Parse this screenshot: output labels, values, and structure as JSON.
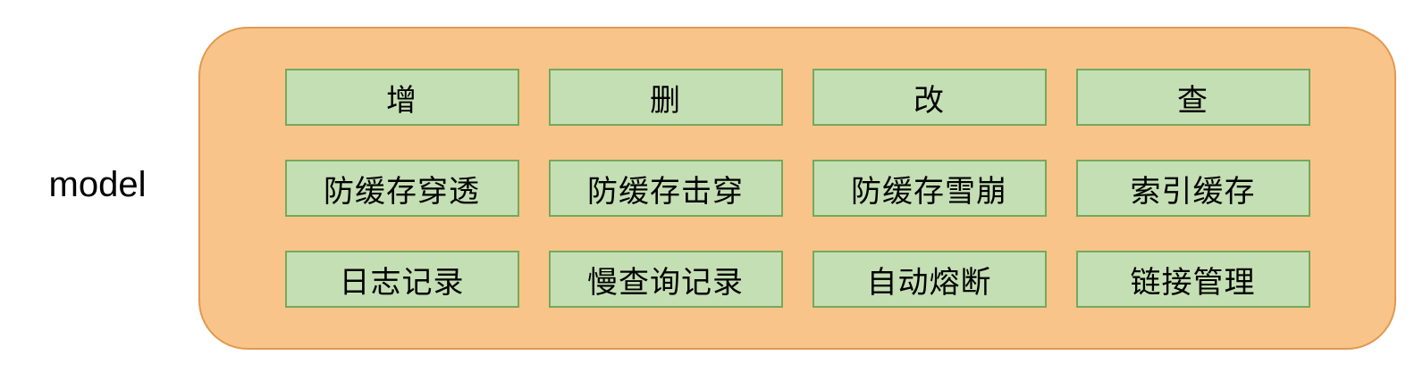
{
  "label": "model",
  "colors": {
    "container_fill": "#f9c489",
    "container_border": "#e09a50",
    "box_fill": "#c5dfb4",
    "box_border": "#74a95c",
    "text": "#000000"
  },
  "rows": [
    {
      "items": [
        "增",
        "删",
        "改",
        "查"
      ]
    },
    {
      "items": [
        "防缓存穿透",
        "防缓存击穿",
        "防缓存雪崩",
        "索引缓存"
      ]
    },
    {
      "items": [
        "日志记录",
        "慢查询记录",
        "自动熔断",
        "链接管理"
      ]
    }
  ]
}
